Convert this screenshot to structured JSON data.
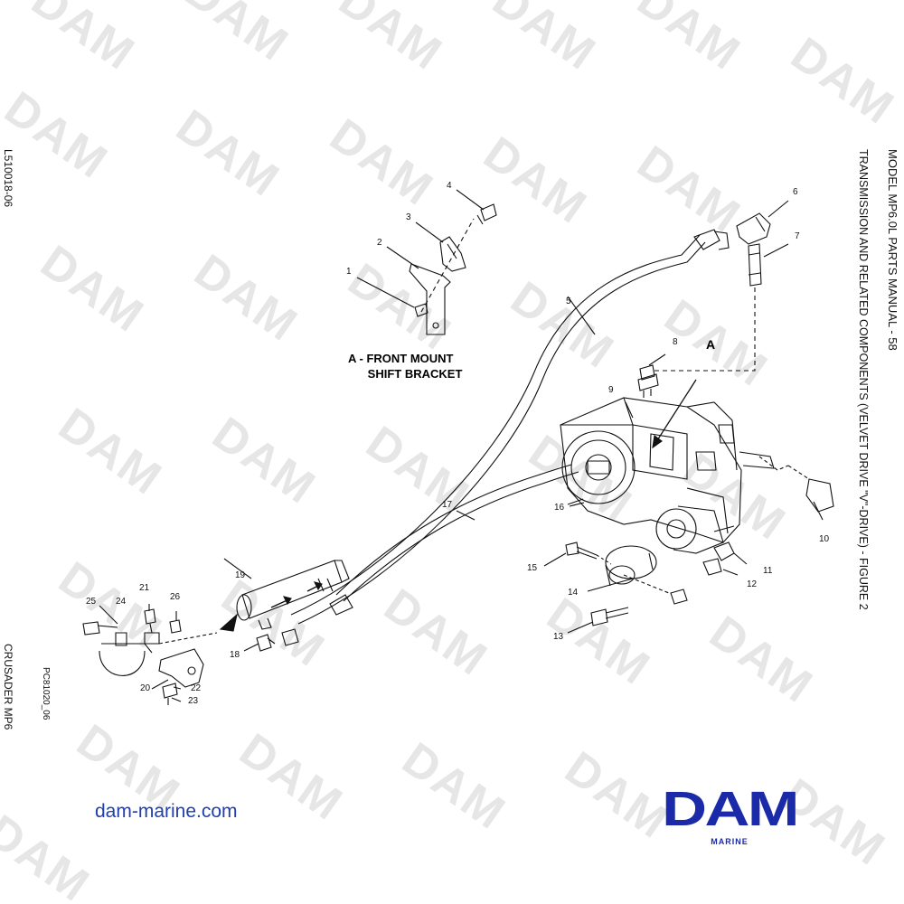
{
  "watermark": "DAM",
  "header": {
    "right_title": "MODEL MP6.0L PARTS MANUAL - 58",
    "right_subtitle": "TRANSMISSION AND RELATED COMPONENTS (VELVET DRIVE \"V\"-DRIVE) - FIGURE 2",
    "left_code": "L510018-06",
    "left_brand": "CRUSADER  MP6"
  },
  "figure_code": "PC81020_06",
  "note_a": "A - FRONT MOUNT\n      SHIFT BRACKET",
  "callout_a": "A",
  "callouts": [
    "1",
    "2",
    "3",
    "4",
    "5",
    "6",
    "7",
    "8",
    "9",
    "10",
    "11",
    "12",
    "13",
    "14",
    "15",
    "16",
    "17",
    "18",
    "19",
    "20",
    "21",
    "22",
    "23",
    "24",
    "25",
    "26"
  ],
  "footer": {
    "website": "dam-marine.com",
    "logo_text": "DAM",
    "logo_sub": "MARINE"
  },
  "colors": {
    "brand_blue": "#1a2aa8",
    "link_blue": "#1f3fb0",
    "watermark_gray": "#e6e6e6"
  }
}
